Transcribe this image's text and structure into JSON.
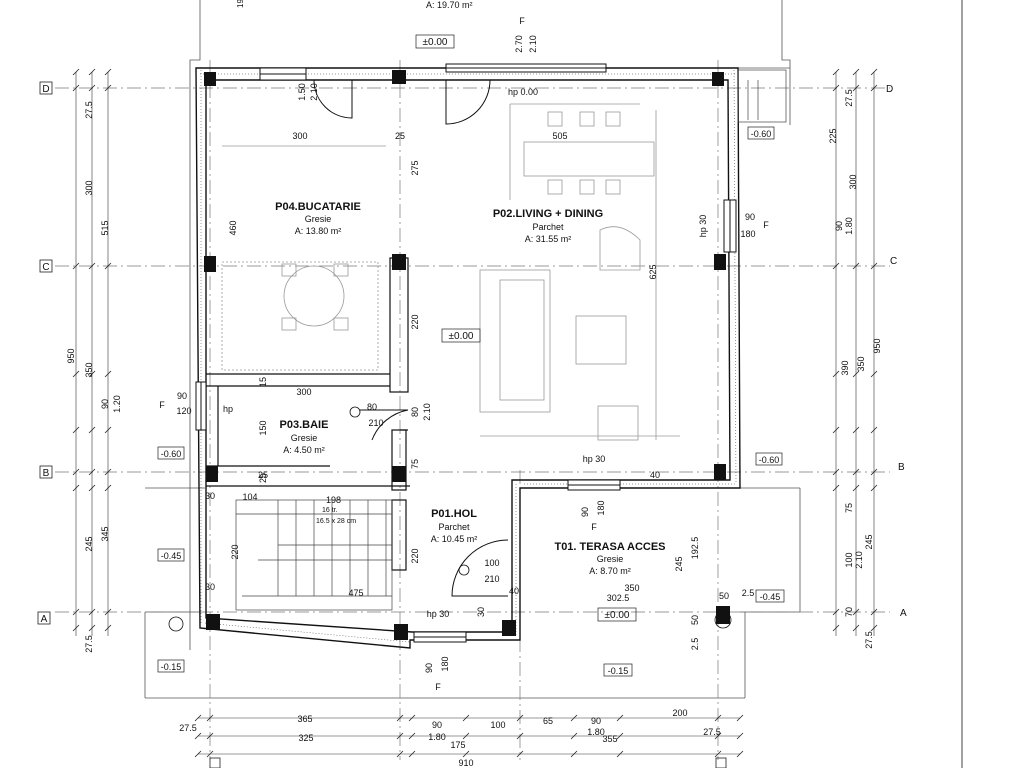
{
  "header": {
    "top_area": "A: 19.70 m²",
    "top_dim": "19"
  },
  "rooms": {
    "bucatarie": {
      "name": "P04.BUCATARIE",
      "floor": "Gresie",
      "area": "A: 13.80 m²"
    },
    "living": {
      "name": "P02.LIVING + DINING",
      "floor": "Parchet",
      "area": "A: 31.55 m²"
    },
    "baie": {
      "name": "P03.BAIE",
      "floor": "Gresie",
      "area": "A: 4.50 m²"
    },
    "hol": {
      "name": "P01.HOL",
      "floor": "Parchet",
      "area": "A: 10.45 m²"
    },
    "terasa": {
      "name": "T01. TERASA ACCES",
      "floor": "Gresie",
      "area": "A: 8.70 m²"
    }
  },
  "levels": {
    "zero_top": "±0.00",
    "zero_living": "±0.00",
    "zero_terrace": "±0.00",
    "hp_top": "hp 0.00",
    "m060_right": "-0.60",
    "m060_left": "-0.60",
    "m060_mid_right": "-0.60",
    "m045_left": "-0.45",
    "m045_right": "-0.45",
    "m015_left": "-0.15",
    "m015_right": "-0.15"
  },
  "axes": {
    "d": "D",
    "c": "C",
    "b": "B",
    "a": "A"
  },
  "stair": {
    "steps": "16 tr.",
    "step_size": "16.5 x 28 cm",
    "label_198": "198"
  },
  "dims_left": {
    "d1": "27.5",
    "d2": "300",
    "d3": "515",
    "d4": "950",
    "d5": "350",
    "d6": "90",
    "d7": "1.20",
    "d8": "245",
    "d9": "345",
    "d10": "27.5"
  },
  "dims_right": {
    "d1": "27.5",
    "d2": "225",
    "d3": "300",
    "d4": "90",
    "d5": "1.80",
    "d6": "390",
    "d7": "350",
    "d8": "950",
    "d9": "75",
    "d10": "100",
    "d11": "2.10",
    "d12": "245",
    "d13": "70",
    "d14": "27.5"
  },
  "dims_bottom": {
    "r1_a": "27.5",
    "r1_b": "365",
    "r1_c": "90",
    "r1_d": "100",
    "r1_e": "65",
    "r1_f": "90",
    "r1_g": "200",
    "r1_h": "1.80",
    "r1_i": "1.80",
    "r1_j": "27.5",
    "r2_a": "325",
    "r2_b": "175",
    "r2_c": "355",
    "r3_a": "910"
  },
  "dims_inner": {
    "w300_top": "300",
    "w25_top": "25",
    "w505": "505",
    "h150": "1.50",
    "h210_kit": "2.10",
    "h270": "2.70",
    "h210_top": "2.10",
    "f_top": "F",
    "h275": "275",
    "h460": "460",
    "h625": "625",
    "h220_kit": "220",
    "w300_bath": "300",
    "h150_bath": "150",
    "h15_bath": "15",
    "w80": "80",
    "h210_bath": "210",
    "h80_bath": "80",
    "h210_v": "2.10",
    "h75": "75",
    "h25_bath": "25",
    "w90_left": "90",
    "w120_left": "120",
    "hp_left": "hp",
    "f_left": "F",
    "hp30_right": "hp 30",
    "w90_right": "90",
    "h180_right": "180",
    "f_right": "F",
    "hp30_mid": "hp 30",
    "w40_mid": "40",
    "w104": "104",
    "h30_stair": "30",
    "h30_stair_b": "30",
    "h220_stair": "220",
    "h220_hol": "220",
    "w475": "475",
    "w90_hol": "90",
    "w180_hol": "180",
    "f_hol": "F",
    "w100_door": "100",
    "w210_door": "210",
    "w40_door": "40",
    "w350_ter": "350",
    "w302": "302.5",
    "h245_ter": "245",
    "h195": "192.5",
    "w50_ter": "50",
    "w25_ter": "2.5",
    "w50_ter_b": "50",
    "w25_ter_b": "2.5",
    "hp30_bottom": "hp 30",
    "w30_bottom": "30",
    "w90_bottom": "90",
    "w180_bottom": "180",
    "f_bottom": "F",
    "w25_mid": "25",
    "w25_mid_b": "25"
  }
}
